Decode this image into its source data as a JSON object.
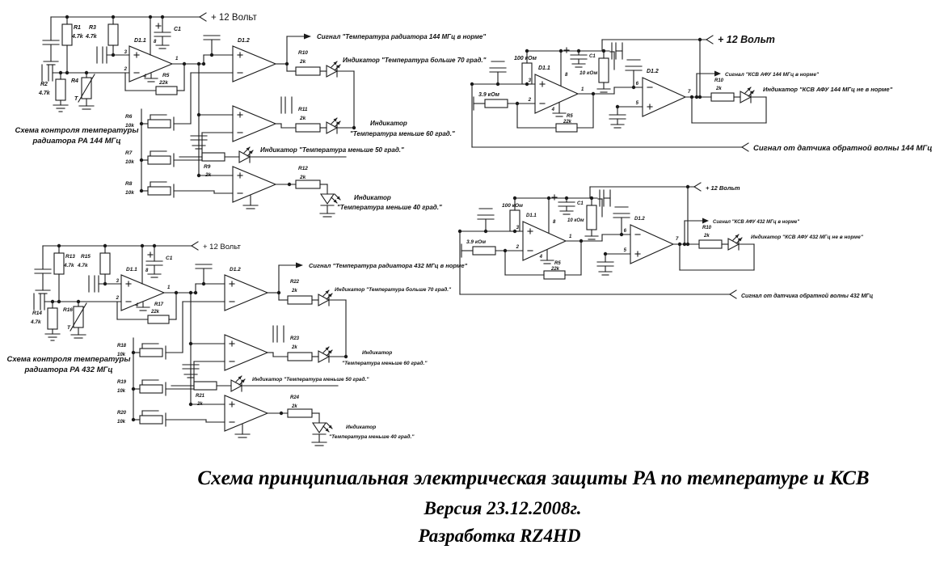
{
  "canvas": {
    "bg": "#ffffff",
    "ink": "#1b1b1b"
  },
  "power_label": "+ 12 Вольт",
  "pins": {
    "p1": "1",
    "p2": "2",
    "p3": "3",
    "p4": "4",
    "p5": "5",
    "p6": "6",
    "p7": "7",
    "p8": "8"
  },
  "temp144": {
    "caption1": "Схема контроля температуры",
    "caption2": "радиатора PA 144 МГц",
    "signal": "Сигнал \"Температура радиатора 144 МГц в норме\"",
    "ind70": "Индикатор  \"Температура больше 70 град.\"",
    "ind60a": "Индикатор",
    "ind60b": "\"Температура меньше 60 град.\"",
    "ind50": "Индикатор  \"Температура меньше 50 град.\"",
    "ind40a": "Индикатор",
    "ind40b": "\"Температура меньше 40 град.\"",
    "d11": "D1.1",
    "d12": "D1.2",
    "c1": "C1",
    "r1": "R1",
    "r1v": "4.7k",
    "r2": "R2",
    "r2v": "4.7k",
    "r3": "R3",
    "r3v": "4.7k",
    "r4": "R4",
    "r4t": "T",
    "r5": "R5",
    "r5v": "22k",
    "r6": "R6",
    "r6v": "10k",
    "r7": "R7",
    "r7v": "10k",
    "r8": "R8",
    "r8v": "10k",
    "r9": "R9",
    "r9v": "2k",
    "r10": "R10",
    "r10v": "2k",
    "r11": "R11",
    "r11v": "2k",
    "r12": "R12",
    "r12v": "2k"
  },
  "temp432": {
    "caption1": "Схема контроля температуры",
    "caption2": "радиатора PA 432 МГц",
    "signal": "Сигнал \"Температура радиатора 432 МГц в норме\"",
    "ind70": "Индикатор  \"Температура больше 70 град.\"",
    "ind60a": "Индикатор",
    "ind60b": "\"Температура меньше 60 град.\"",
    "ind50": "Индикатор  \"Температура меньше 50 град.\"",
    "ind40a": "Индикатор",
    "ind40b": "\"Температура меньше 40 град.\"",
    "d11": "D1.1",
    "d12": "D1.2",
    "c1": "C1",
    "r13": "R13",
    "r13v": "4.7k",
    "r14": "R14",
    "r14v": "4.7k",
    "r15": "R15",
    "r15v": "4.7k",
    "r16": "R16",
    "r16t": "T",
    "r17": "R17",
    "r17v": "22k",
    "r18": "R18",
    "r18v": "10k",
    "r19": "R19",
    "r19v": "10k",
    "r20": "R20",
    "r20v": "10k",
    "r21": "R21",
    "r21v": "2k",
    "r22": "R22",
    "r22v": "2k",
    "r23": "R23",
    "r23v": "2k",
    "r24": "R24",
    "r24v": "2k"
  },
  "swr144": {
    "signal": "Сигнал \"КСВ АФУ 144 МГц в норме\"",
    "indicator": "Индикатор  \"КСВ АФУ 144 МГц не в норме\"",
    "reverse": "Сигнал от датчика обратной волны 144 МГц",
    "r100k": "100 кОм",
    "r10k": "10 кОм",
    "r39k": "3.9 кОм",
    "c1": "C1",
    "d11": "D1.1",
    "d12": "D1.2",
    "r5": "R5",
    "r5v": "22k",
    "r10": "R10",
    "r10v": "2k"
  },
  "swr432": {
    "signal": "Сигнал \"КСВ АФУ 432 МГц в норме\"",
    "indicator": "Индикатор  \"КСВ АФУ 432 МГц не в норме\"",
    "reverse": "Сигнал от датчика обратной волны 432 МГц",
    "r100k": "100 кОм",
    "r10k": "10 кОм",
    "r39k": "3.9 кОм",
    "c1": "C1",
    "d11": "D1.1",
    "d12": "D1.2",
    "r5": "R5",
    "r5v": "22k",
    "r10": "R10",
    "r10v": "2k"
  },
  "footer": {
    "line1": "Схема принципиальная электрическая защиты PA по температуре и КСВ",
    "line2": "Версия 23.12.2008г.",
    "line3": "Разработка  RZ4HD"
  }
}
